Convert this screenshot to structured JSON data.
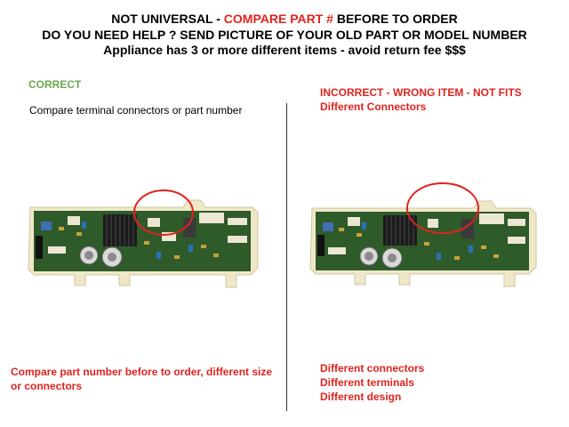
{
  "header": {
    "line1_prefix": "NOT UNIVERSAL - ",
    "line1_highlight": "COMPARE PART #",
    "line1_suffix": " BEFORE TO ORDER",
    "line2": "DO YOU NEED HELP ? SEND PICTURE OF YOUR OLD PART OR MODEL NUMBER",
    "line3": "Appliance has 3 or more different items  - avoid return fee $$$"
  },
  "left_panel": {
    "title": "CORRECT",
    "note": "Compare terminal connectors or part number",
    "footer": "Compare part number before to order, different size or connectors"
  },
  "right_panel": {
    "title_line1": "INCORRECT - WRONG ITEM - NOT FITS",
    "title_line2": "Different Connectors",
    "footer": [
      "Different connectors",
      "Different terminals",
      "Different design"
    ]
  },
  "colors": {
    "accent_red": "#e0231e",
    "correct_green": "#6aa84f",
    "pcb_green": "#2f5a2a",
    "housing_cream": "#efe8c8"
  }
}
